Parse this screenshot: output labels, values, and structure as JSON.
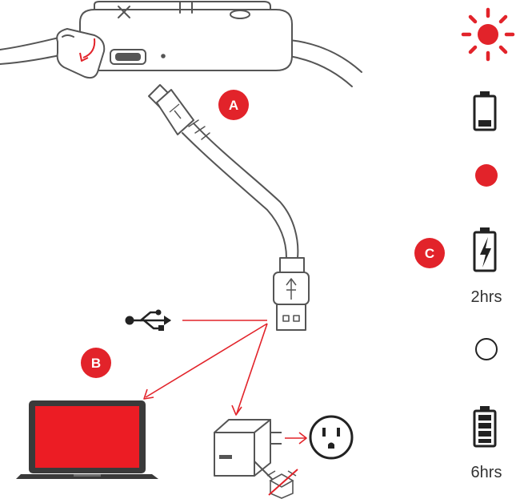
{
  "badges": {
    "a": "A",
    "b": "B",
    "c": "C"
  },
  "status_panel": {
    "charging_label": "2hrs",
    "charged_label": "6hrs"
  },
  "icons": [
    "sun-icon",
    "battery-low-icon",
    "red-dot-icon",
    "battery-charging-icon",
    "empty-circle-icon",
    "battery-full-icon",
    "usb-symbol-icon",
    "outlet-icon",
    "wall-adapter-icon",
    "crossed-box-icon"
  ],
  "colors": {
    "accent": "#e2232a",
    "line": "#555555",
    "screen": "#ec1c24",
    "laptop_body": "#3a3a3a"
  }
}
